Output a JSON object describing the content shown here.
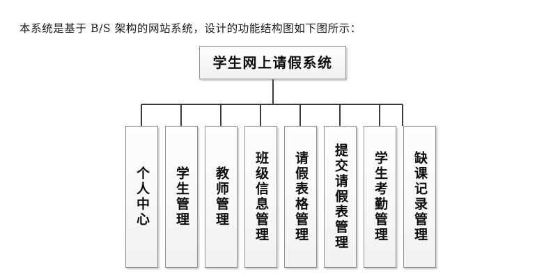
{
  "document": {
    "intro_text": "本系统是基于 B/S 架构的网站系统，设计的功能结构图如下图所示：",
    "text_color": "#16181a"
  },
  "diagram": {
    "type": "org-chart",
    "orientation": "top-down",
    "root": {
      "label": "学生网上请假系统"
    },
    "leaves": [
      {
        "label": "个人中心"
      },
      {
        "label": "学生管理"
      },
      {
        "label": "教师管理"
      },
      {
        "label": "班级信息管理"
      },
      {
        "label": "请假表格管理"
      },
      {
        "label": "提交请假表管理"
      },
      {
        "label": "学生考勤管理"
      },
      {
        "label": "缺课记录管理"
      }
    ],
    "style": {
      "box_border_color": "#8d9094",
      "box_fill_top": "#fdfdfd",
      "box_fill_bottom": "#f1f1f1",
      "connector_color": "#3a3a3a",
      "shadow_color": "#b9b9b9"
    }
  }
}
